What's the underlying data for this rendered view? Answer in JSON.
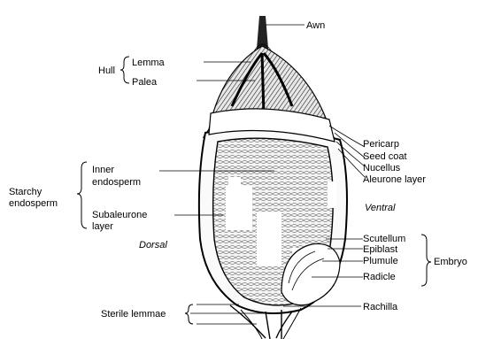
{
  "labels": {
    "awn": "Awn",
    "hull": "Hull",
    "lemma": "Lemma",
    "palea": "Palea",
    "pericarp": "Pericarp",
    "seed_coat": "Seed coat",
    "nucellus": "Nucellus",
    "aleurone_layer": "Aleurone layer",
    "starchy_1": "Starchy",
    "starchy_2": "endosperm",
    "inner_1": "Inner",
    "inner_2": "endosperm",
    "subaleurone_1": "Subaleurone",
    "subaleurone_2": "layer",
    "ventral": "Ventral",
    "dorsal": "Dorsal",
    "scutellum": "Scutellum",
    "epiblast": "Epiblast",
    "plumule": "Plumule",
    "radicle": "Radicle",
    "embryo": "Embryo",
    "rachilla": "Rachilla",
    "sterile_lemmae": "Sterile lemmae"
  }
}
